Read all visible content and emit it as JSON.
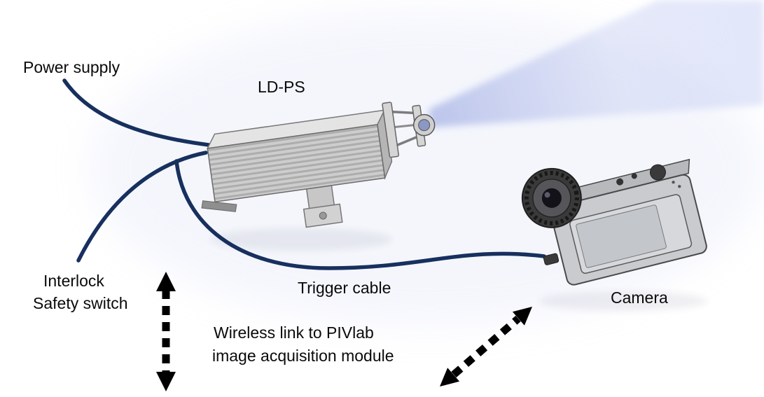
{
  "labels": {
    "power_supply": "Power supply",
    "laser_name": "LD-PS",
    "interlock_line1": "Interlock",
    "interlock_line2": "Safety switch",
    "trigger_cable": "Trigger cable",
    "wireless_line1": "Wireless link to PIVlab",
    "wireless_line2": "image acquisition module",
    "camera": "Camera"
  },
  "colors": {
    "cable": "#17305e",
    "arrow": "#000000",
    "text": "#0a0a0a",
    "beam": "#aab6e8"
  }
}
